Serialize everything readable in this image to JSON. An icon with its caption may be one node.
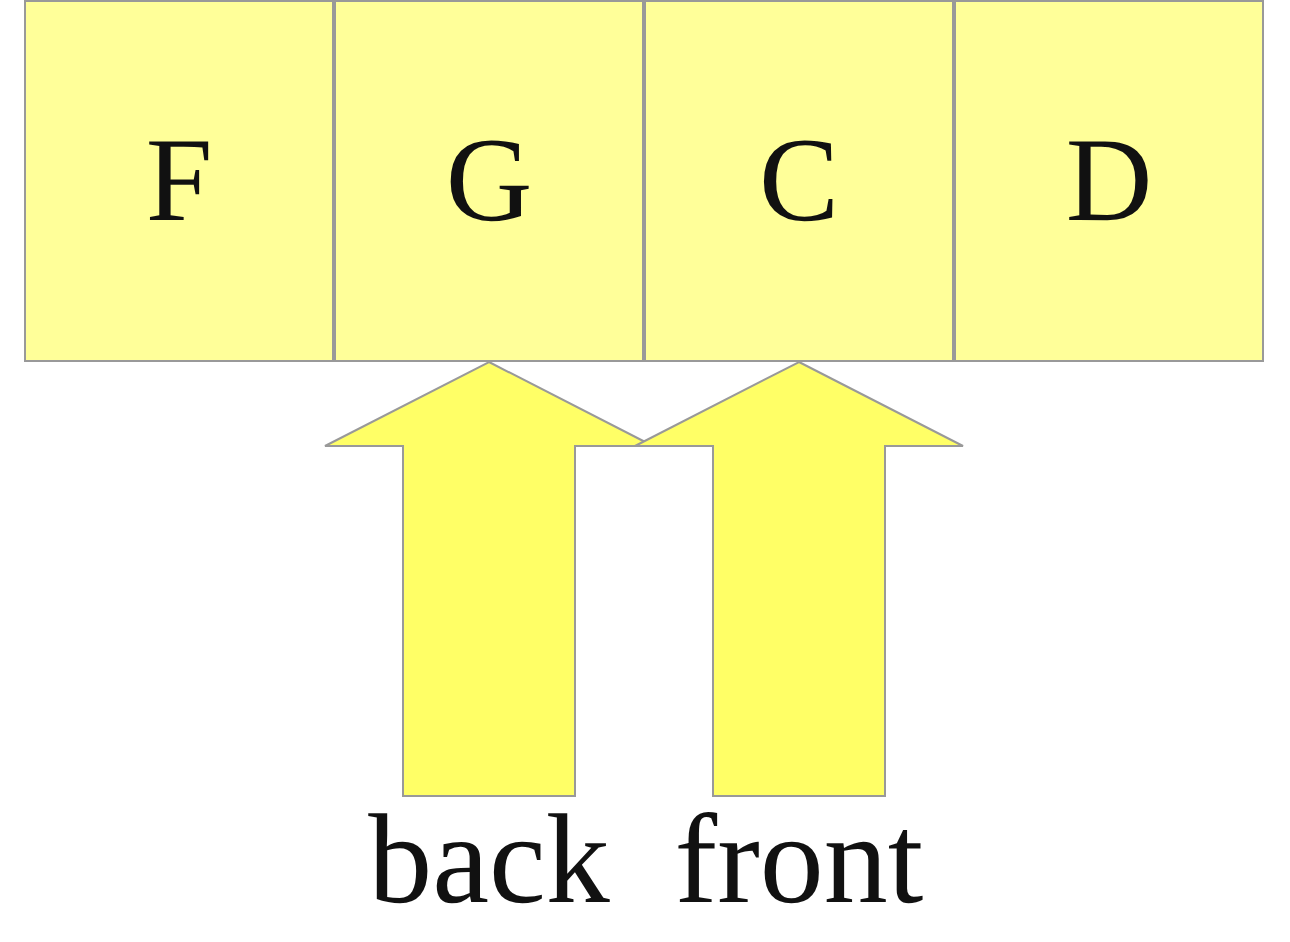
{
  "diagram": {
    "nodes": [
      {
        "text": [
          "F"
        ]
      },
      {
        "text": [
          "G"
        ]
      },
      {
        "text": [
          "C"
        ]
      },
      {
        "text": [
          "D"
        ]
      },
      {
        "text": [
          "back"
        ]
      },
      {
        "text": [
          "front"
        ]
      }
    ],
    "edges": [
      {
        "from": 4,
        "to": 1,
        "arrow": "to"
      },
      {
        "from": 5,
        "to": 2,
        "arrow": "to"
      }
    ]
  }
}
